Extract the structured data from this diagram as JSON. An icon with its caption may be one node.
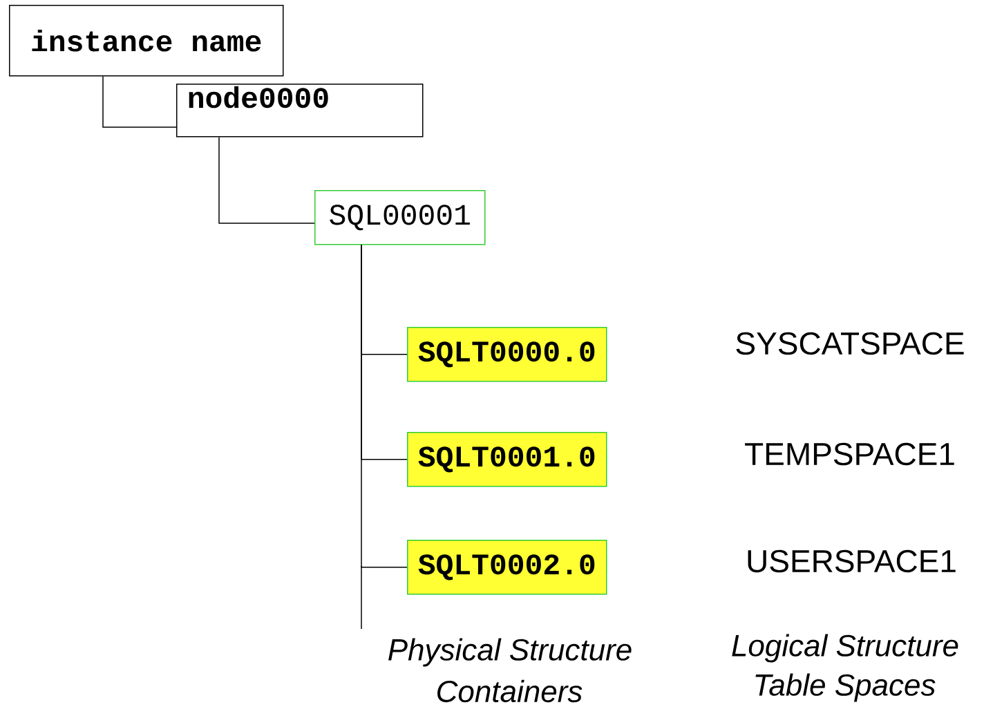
{
  "diagram": {
    "nodes": [
      {
        "text": [
          "instance name"
        ]
      },
      {
        "text": [
          "node0000"
        ]
      },
      {
        "text": [
          "SQL00001"
        ]
      },
      {
        "text": [
          "SQLT0000.0"
        ]
      },
      {
        "text": [
          "SQLT0001.0"
        ]
      },
      {
        "text": [
          "SQLT0002.0"
        ]
      }
    ],
    "edges": [
      {
        "from": 0,
        "to": 1,
        "arrow": "none"
      },
      {
        "from": 1,
        "to": 2,
        "arrow": "none"
      },
      {
        "from": 2,
        "to": 3,
        "arrow": "none"
      },
      {
        "from": 2,
        "to": 4,
        "arrow": "none"
      },
      {
        "from": 2,
        "to": 5,
        "arrow": "none"
      }
    ],
    "labels": [
      "SYSCATSPACE",
      "TEMPSPACE1",
      "USERSPACE1",
      "Physical Structure",
      "Logical Structure",
      "Containers",
      "Table Spaces"
    ]
  }
}
